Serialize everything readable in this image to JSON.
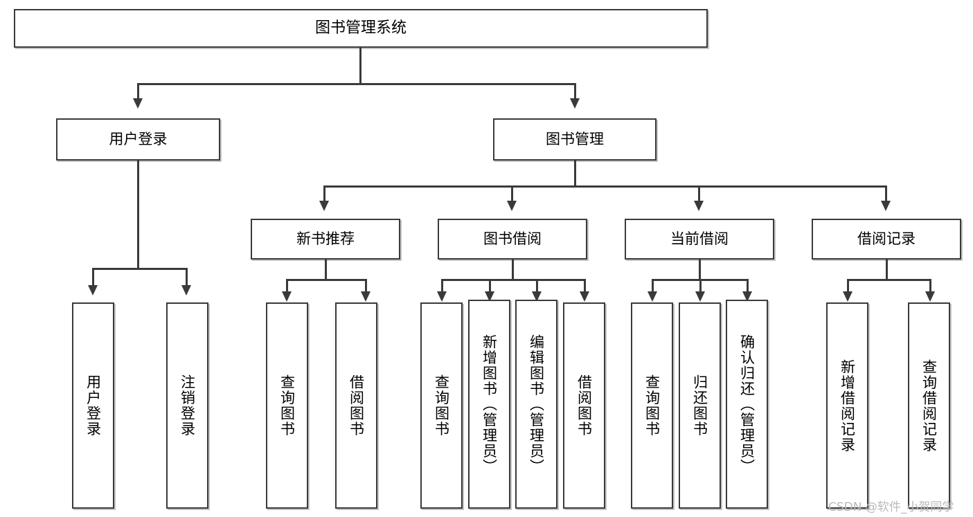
{
  "diagram": {
    "type": "tree",
    "title": "图书管理系统",
    "watermark": "CSDN @软件_小贺同学",
    "colors": {
      "stroke": "#3a3a3a",
      "fill": "#ffffff",
      "text": "#000000",
      "watermark": "#b9b9b9",
      "background": "#ffffff"
    },
    "root": {
      "id": "root",
      "label": "图书管理系统"
    },
    "level2": [
      {
        "id": "user-login",
        "label": "用户登录"
      },
      {
        "id": "book-manage",
        "label": "图书管理"
      }
    ],
    "level3": [
      {
        "id": "new-book-recommend",
        "label": "新书推荐"
      },
      {
        "id": "book-borrow",
        "label": "图书借阅"
      },
      {
        "id": "current-borrow",
        "label": "当前借阅"
      },
      {
        "id": "borrow-record",
        "label": "借阅记录"
      }
    ],
    "leaves": {
      "user-login": [
        {
          "id": "leaf-user-login",
          "label": "用户登录"
        },
        {
          "id": "leaf-logout-login",
          "label": "注销登录"
        }
      ],
      "new-book-recommend": [
        {
          "id": "leaf-query-book-1",
          "label": "查询图书"
        },
        {
          "id": "leaf-borrow-book-1",
          "label": "借阅图书"
        }
      ],
      "book-borrow": [
        {
          "id": "leaf-query-book-2",
          "label": "查询图书"
        },
        {
          "id": "leaf-add-book",
          "label": "新增图书（管理员）"
        },
        {
          "id": "leaf-edit-book",
          "label": "编辑图书（管理员）"
        },
        {
          "id": "leaf-borrow-book-2",
          "label": "借阅图书"
        }
      ],
      "current-borrow": [
        {
          "id": "leaf-query-book-3",
          "label": "查询图书"
        },
        {
          "id": "leaf-return-book",
          "label": "归还图书"
        },
        {
          "id": "leaf-confirm-return",
          "label": "确认归还（管理员）"
        }
      ],
      "borrow-record": [
        {
          "id": "leaf-add-record",
          "label": "新增借阅记录"
        },
        {
          "id": "leaf-query-record",
          "label": "查询借阅记录"
        }
      ]
    }
  }
}
